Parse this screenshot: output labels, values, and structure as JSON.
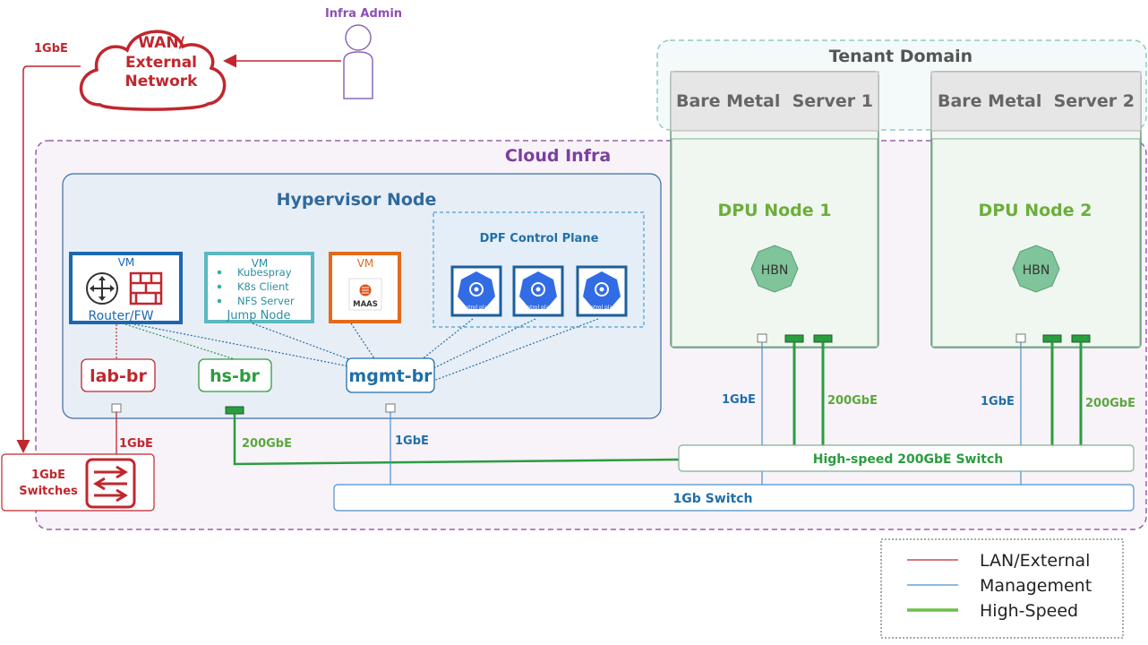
{
  "infra_admin": {
    "label": "Infra Admin"
  },
  "wan": {
    "line1": "WAN/",
    "line2": "External",
    "line3": "Network",
    "link_label": "1GbE"
  },
  "tenant_domain": {
    "title": "Tenant Domain"
  },
  "bare_metal": [
    {
      "label": "Bare Metal  Server 1"
    },
    {
      "label": "Bare Metal  Server 2"
    }
  ],
  "cloud_infra": {
    "title": "Cloud Infra"
  },
  "hypervisor": {
    "title": "Hypervisor Node"
  },
  "dpf_control_plane": {
    "title": "DPF Control Plane",
    "icon_caption": "control plane"
  },
  "vm_router": {
    "vm_label": "VM",
    "caption": "Router/FW"
  },
  "vm_jump": {
    "vm_label": "VM",
    "items": [
      "Kubespray",
      "K8s Client",
      "NFS Server"
    ],
    "caption": "Jump Node"
  },
  "vm_maas": {
    "vm_label": "VM",
    "logo_text": "MAAS"
  },
  "bridges": {
    "lab": "lab-br",
    "hs": "hs-br",
    "mgmt": "mgmt-br"
  },
  "dpu_nodes": [
    {
      "title": "DPU Node 1",
      "hbn": "HBN",
      "mgmt_link": "1GbE",
      "hs_link": "200GbE"
    },
    {
      "title": "DPU Node 2",
      "hbn": "HBN",
      "mgmt_link": "1GbE",
      "hs_link": "200GbE"
    }
  ],
  "link_labels": {
    "lab_link": "1GbE",
    "hs_link": "200GbE",
    "mgmt_link": "1GbE"
  },
  "switch_1gbe": {
    "line1": "1GbE",
    "line2": "Switches"
  },
  "hs_switch": {
    "label": "High-speed 200GbE Switch"
  },
  "mgmt_switch": {
    "label": "1Gb Switch"
  },
  "legend": [
    {
      "label": "LAN/External",
      "color": "#c0272d"
    },
    {
      "label": "Management",
      "color": "#4a90c8"
    },
    {
      "label": "High-Speed",
      "color": "#6cbf4a"
    }
  ],
  "colors": {
    "red": "#c0272d",
    "blue": "#1f6fa8",
    "green": "#2a9d3f",
    "purple": "#7b3fa0",
    "dpu_green": "#6cae3a",
    "hbn_fill": "#7fc49a",
    "teal": "#3aafb0",
    "orange": "#e36a1a"
  }
}
